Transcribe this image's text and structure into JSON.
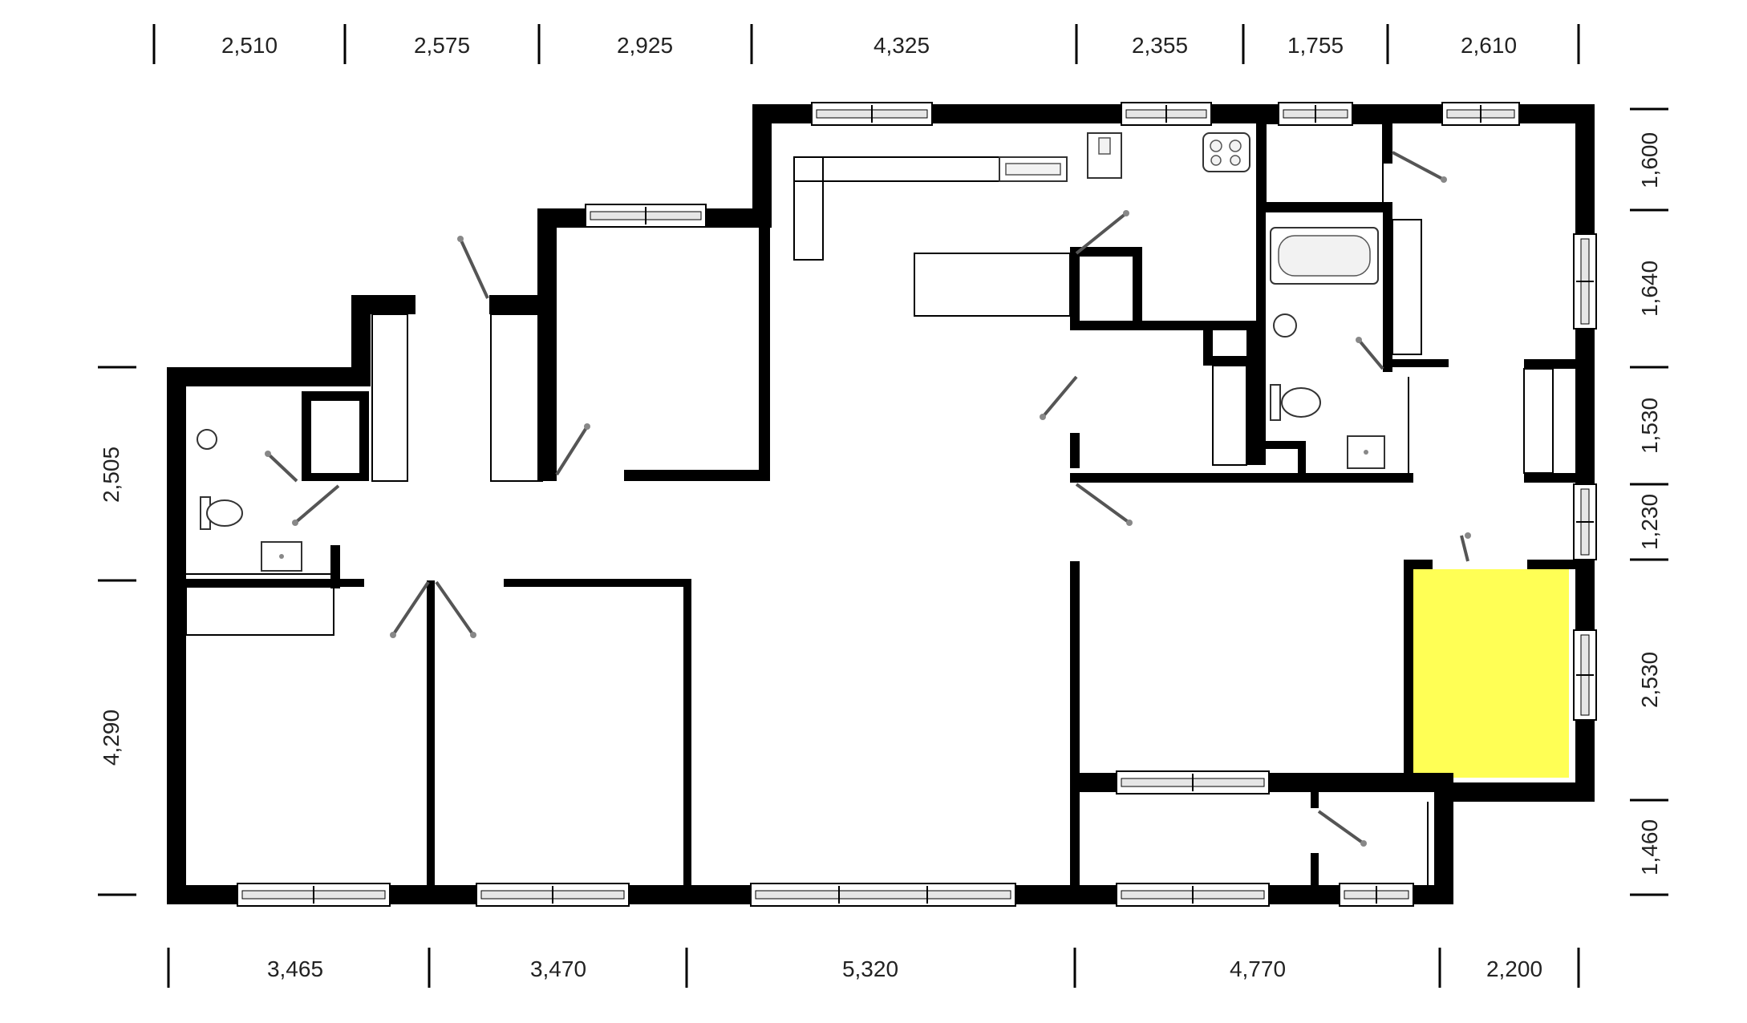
{
  "dimensions": {
    "top": [
      "2,510",
      "2,575",
      "2,925",
      "4,325",
      "2,355",
      "1,755",
      "2,610"
    ],
    "bottom": [
      "3,465",
      "3,470",
      "5,320",
      "4,770",
      "2,200"
    ],
    "left": [
      "2,505",
      "4,290"
    ],
    "right": [
      "1,600",
      "1,640",
      "1,530",
      "1,230",
      "2,530",
      "1,460"
    ]
  },
  "colors": {
    "wall": "#000000",
    "highlight": "#ffff55",
    "background": "#ffffff"
  }
}
